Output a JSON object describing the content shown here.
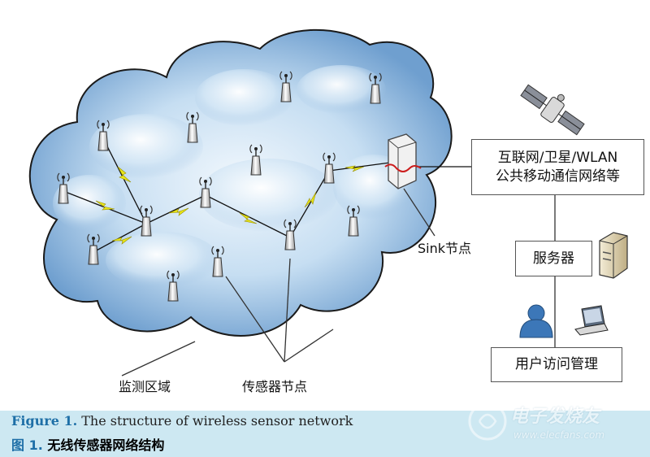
{
  "labels": {
    "internet_line1": "互联网/卫星/WLAN",
    "internet_line2": "公共移动通信网络等",
    "sink": "Sink节点",
    "server": "服务器",
    "user_mgmt": "用户访问管理",
    "monitor_area": "监测区域",
    "sensor_nodes": "传感器节点"
  },
  "caption": {
    "en_prefix": "Figure 1.",
    "en_text": " The structure of wireless sensor network",
    "cn_prefix": "图 1.",
    "cn_text": "  无线传感器网络结构"
  },
  "watermark": {
    "brand": "电子发烧友",
    "url": "www.elecfans.com"
  },
  "colors": {
    "cloud_light": "#e4f1fa",
    "cloud_dark": "#6f9fcf",
    "lightning": "#e8e619",
    "caption_bg": "#cde8f2",
    "caption_accent": "#1e6fa7"
  }
}
